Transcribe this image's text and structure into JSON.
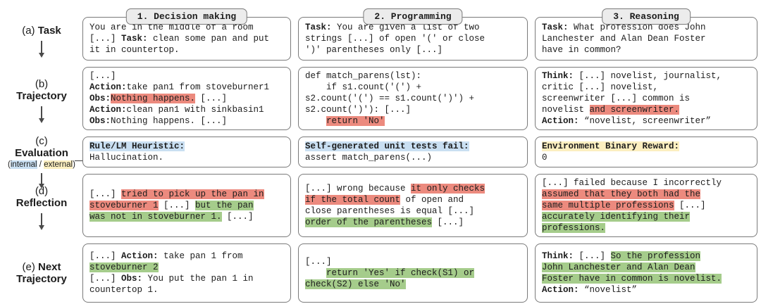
{
  "headers": [
    "1. Decision making",
    "2. Programming",
    "3. Reasoning"
  ],
  "row_labels": [
    {
      "key": "a",
      "parts": [
        {
          "t": "(a) "
        },
        {
          "t": "Task",
          "b": true
        }
      ]
    },
    {
      "key": "b",
      "parts": [
        {
          "t": "(b)\n"
        },
        {
          "t": "Trajectory",
          "b": true
        }
      ]
    },
    {
      "key": "c",
      "parts": [
        {
          "t": "(c)\n"
        },
        {
          "t": "Evaluation",
          "b": true
        }
      ],
      "sub": [
        {
          "t": "("
        },
        {
          "t": "internal",
          "h": "blue"
        },
        {
          "t": " / "
        },
        {
          "t": "external",
          "h": "yellow"
        },
        {
          "t": ")"
        }
      ]
    },
    {
      "key": "d",
      "parts": [
        {
          "t": "(d)\n"
        },
        {
          "t": "Reflection",
          "b": true
        }
      ]
    },
    {
      "key": "e",
      "parts": [
        {
          "t": "(e) "
        },
        {
          "t": "Next",
          "b": true
        },
        {
          "t": "\n"
        },
        {
          "t": "Trajectory",
          "b": true
        }
      ]
    }
  ],
  "cells": {
    "task": {
      "decision": [
        {
          "t": "You are in the middle of a room\n[...] "
        },
        {
          "t": "Task:",
          "b": true
        },
        {
          "t": " clean some pan and put\nit in countertop."
        }
      ],
      "programming": [
        {
          "t": "Task:",
          "b": true
        },
        {
          "t": " You are given a list of two\nstrings [...] of open '(' or close\n')' parentheses only [...]"
        }
      ],
      "reasoning": [
        {
          "t": "Task:",
          "b": true
        },
        {
          "t": " What profession does John\nLanchester and Alan Dean Foster\nhave in common?"
        }
      ]
    },
    "trajectory": {
      "decision": [
        {
          "t": "[...]\n"
        },
        {
          "t": "Action:",
          "b": true
        },
        {
          "t": "take pan1 from stoveburner1\n"
        },
        {
          "t": "Obs:",
          "b": true
        },
        {
          "t": "Nothing happens.",
          "h": "red"
        },
        {
          "t": " [...]\n"
        },
        {
          "t": "Action:",
          "b": true
        },
        {
          "t": "clean pan1 with sinkbasin1\n"
        },
        {
          "t": "Obs:",
          "b": true
        },
        {
          "t": "Nothing happens. [...]"
        }
      ],
      "programming": [
        {
          "t": "def match_parens(lst):\n    if s1.count('(') +\ns2.count('(') == s1.count(')') +\ns2.count(')'): [...]\n    "
        },
        {
          "t": "return 'No'",
          "h": "red"
        }
      ],
      "reasoning": [
        {
          "t": "Think:",
          "b": true
        },
        {
          "t": " [...] novelist, journalist,\ncritic [...] novelist,\nscreenwriter [...] common is\nnovelist "
        },
        {
          "t": "and screenwriter.",
          "h": "red"
        },
        {
          "t": "\n"
        },
        {
          "t": "Action:",
          "b": true
        },
        {
          "t": " “novelist, screenwriter”"
        }
      ]
    },
    "evaluation": {
      "decision": [
        {
          "t": "Rule/LM Heuristic:",
          "b": true,
          "h": "blue"
        },
        {
          "t": "\nHallucination."
        }
      ],
      "programming": [
        {
          "t": "Self-generated unit tests fail:",
          "b": true,
          "h": "blue"
        },
        {
          "t": "\nassert match_parens(...)"
        }
      ],
      "reasoning": [
        {
          "t": "Environment Binary Reward:",
          "b": true,
          "h": "yellow"
        },
        {
          "t": "\n0"
        }
      ]
    },
    "reflection": {
      "decision": [
        {
          "t": "[...] "
        },
        {
          "t": "tried to pick up the pan in\nstoveburner 1",
          "h": "red"
        },
        {
          "t": " [...] "
        },
        {
          "t": "but the pan\nwas not in stoveburner 1.",
          "h": "green"
        },
        {
          "t": " [...]"
        }
      ],
      "programming": [
        {
          "t": "[...] wrong because "
        },
        {
          "t": "it only checks\nif the total count",
          "h": "red"
        },
        {
          "t": " of open and\nclose parentheses is equal [...]\n"
        },
        {
          "t": "order of the parentheses",
          "h": "green"
        },
        {
          "t": " [...]"
        }
      ],
      "reasoning": [
        {
          "t": "[...] failed because I incorrectly\n"
        },
        {
          "t": "assumed that they both had the\nsame multiple professions",
          "h": "red"
        },
        {
          "t": " [...]\n"
        },
        {
          "t": "accurately identifying their\nprofessions.",
          "h": "green"
        }
      ]
    },
    "next_trajectory": {
      "decision": [
        {
          "t": "[...] "
        },
        {
          "t": "Action:",
          "b": true
        },
        {
          "t": " take pan 1 from\n"
        },
        {
          "t": "stoveburner 2",
          "h": "green"
        },
        {
          "t": "\n[...] "
        },
        {
          "t": "Obs:",
          "b": true
        },
        {
          "t": " You put the pan 1 in\ncountertop 1."
        }
      ],
      "programming": [
        {
          "t": "[...]\n    "
        },
        {
          "t": "return 'Yes' if check(S1) or\ncheck(S2) else 'No'",
          "h": "green"
        }
      ],
      "reasoning": [
        {
          "t": "Think:",
          "b": true
        },
        {
          "t": " [...] "
        },
        {
          "t": "So the profession\nJohn Lanchester and Alan Dean\nFoster have in common is novelist.",
          "h": "green"
        },
        {
          "t": "\n"
        },
        {
          "t": "Action:",
          "b": true
        },
        {
          "t": " “novelist”"
        }
      ]
    }
  },
  "colors": {
    "highlight_red": "#ec8a7e",
    "highlight_green": "#a5cc8b",
    "highlight_blue": "#c9dff2",
    "highlight_yellow": "#fcefc0",
    "box_border": "#7a7a7a",
    "header_fill": "#ececec",
    "arrow": "#4a4a4a",
    "text": "#1c1c1c"
  }
}
